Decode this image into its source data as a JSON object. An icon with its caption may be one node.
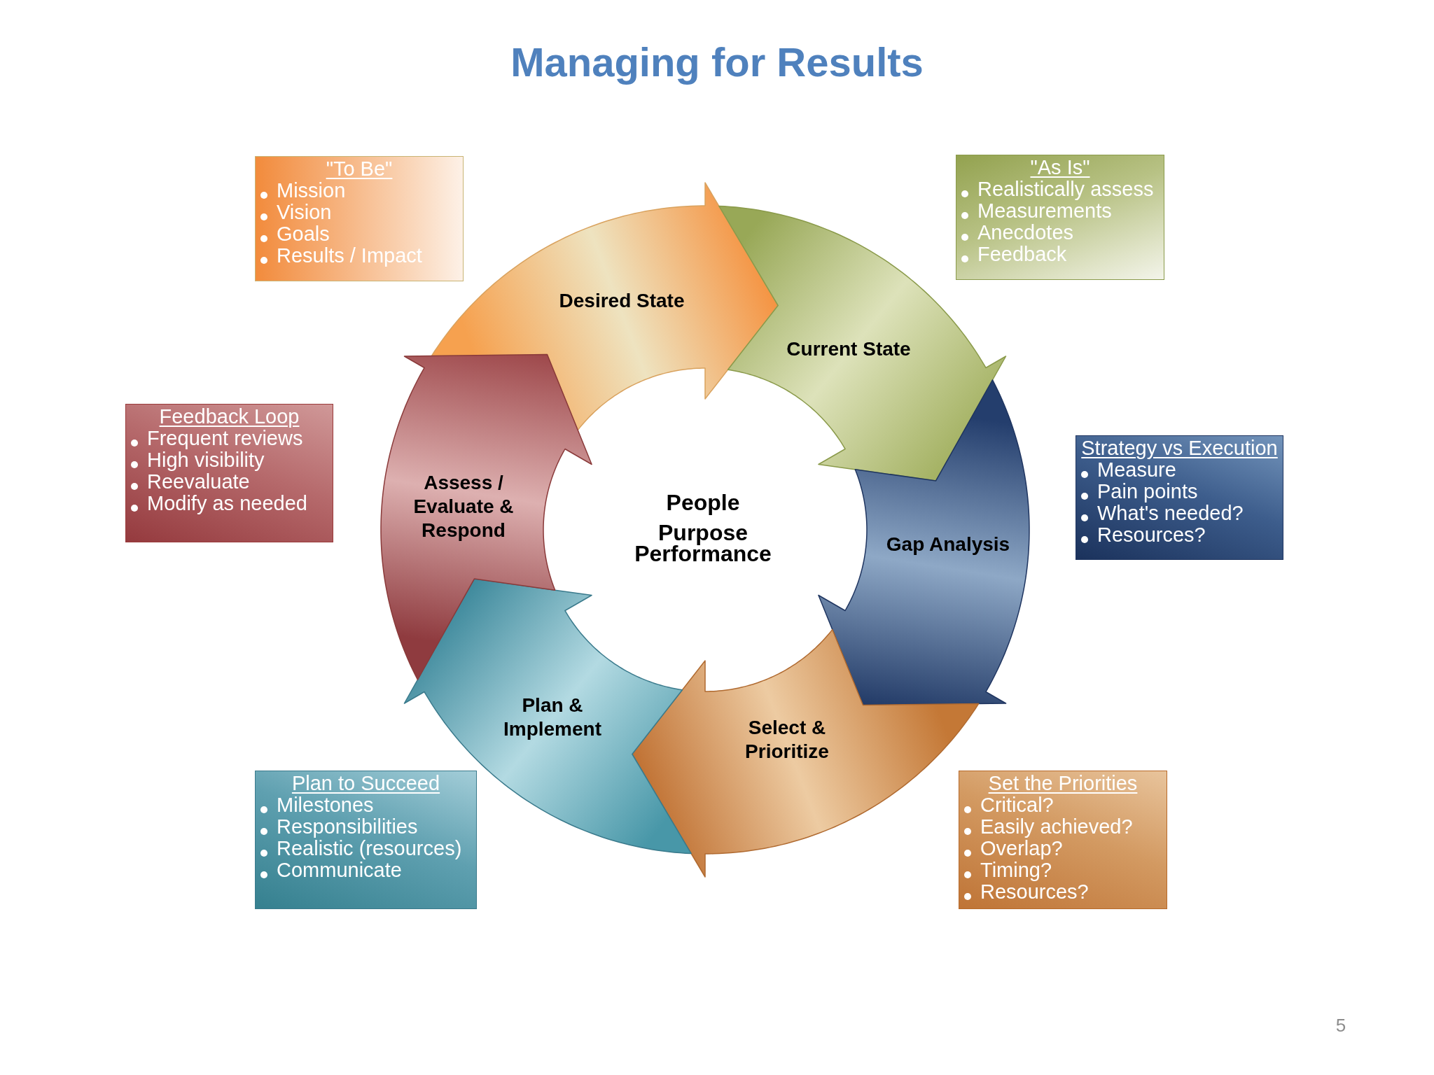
{
  "diagram": {
    "title": "Managing for Results",
    "nodes": [
      {
        "text": [
          "Desired State"
        ]
      },
      {
        "text": [
          "Current State"
        ]
      },
      {
        "text": [
          "Gap Analysis"
        ]
      },
      {
        "text": [
          "Select & Prioritize"
        ]
      },
      {
        "text": [
          "Plan & Implement"
        ]
      },
      {
        "text": [
          "Assess / Evaluate & Respond"
        ]
      },
      {
        "text": [
          "\"To Be\"",
          "Mission",
          "Vision",
          "Goals",
          "Results / Impact"
        ]
      },
      {
        "text": [
          "\"As Is\"",
          "Realistically assess",
          "Measurements",
          "Anecdotes",
          "Feedback"
        ]
      },
      {
        "text": [
          "Strategy vs Execution",
          "Measure",
          "Pain points",
          "What's needed?",
          "Resources?"
        ]
      },
      {
        "text": [
          "Set the Priorities",
          "Critical?",
          "Easily achieved?",
          "Overlap?",
          "Timing?",
          "Resources?"
        ]
      },
      {
        "text": [
          "Plan to Succeed",
          "Milestones",
          "Responsibilities",
          "Realistic (resources)",
          "Communicate"
        ]
      },
      {
        "text": [
          "Feedback Loop",
          "Frequent reviews",
          "High visibility",
          "Reevaluate",
          "Modify as needed"
        ]
      }
    ],
    "labels": [
      "People",
      "Purpose",
      "Performance",
      "5"
    ]
  }
}
